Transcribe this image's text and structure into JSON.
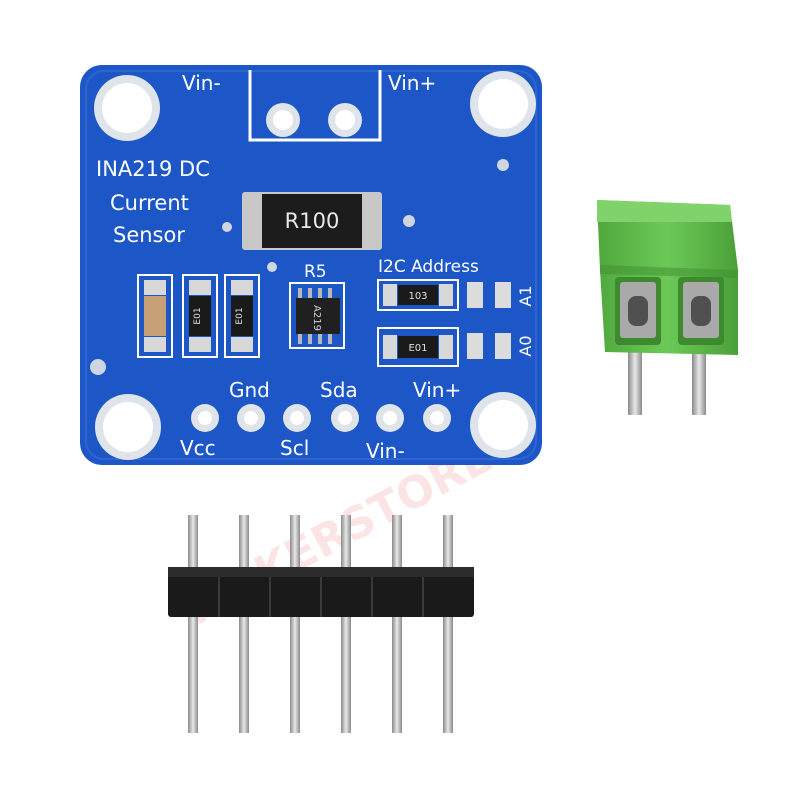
{
  "board": {
    "title_line1": "INA219 DC",
    "title_line2": "Current",
    "title_line3": "Sensor",
    "shunt_value": "R100",
    "shunt_ref": "R5",
    "chip_marking": "A219",
    "i2c_label": "I2C Address",
    "addr_a1": "A1",
    "addr_a0": "A0",
    "smd_code_1": "E01",
    "smd_code_2": "E01",
    "smd_code_3": "103",
    "smd_code_4": "E01",
    "top_left_label": "Vin-",
    "top_right_label": "Vin+",
    "pins_top": [
      "Gnd",
      "Sda",
      "Vin+"
    ],
    "pins_bottom": [
      "Vcc",
      "Scl",
      "Vin-"
    ]
  },
  "watermark": "MAKERSTORE",
  "colors": {
    "pcb_blue": "#1d56c6",
    "terminal_green": "#5cb848",
    "header_black": "#1a1a1a"
  }
}
